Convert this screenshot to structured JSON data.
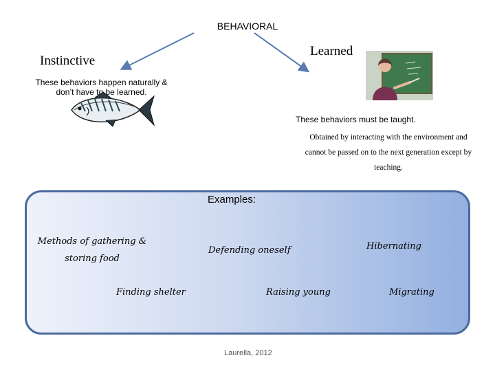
{
  "title": "BEHAVIORAL",
  "instinctive": {
    "heading": "Instinctive",
    "description": "These behaviors happen naturally & don’t have to be learned."
  },
  "learned": {
    "heading": "Learned",
    "description_1": "These behaviors must be taught.",
    "description_2": "Obtained by interacting with the environment and cannot be passed on to the next generation except by teaching."
  },
  "examples": {
    "label": "Examples:",
    "items": [
      "Methods of gathering & storing food",
      "Defending oneself",
      "Hibernating",
      "Finding shelter",
      "Raising young",
      "Migrating"
    ]
  },
  "credit": "Laurella, 2012",
  "colors": {
    "arrow": "#5b7bb0",
    "box_border": "#4a6a9e",
    "box_light": "#eef2fb",
    "box_dark": "#93b0e0"
  },
  "icons": {
    "left_image": "fish-illustration",
    "right_image": "teacher-photo"
  }
}
